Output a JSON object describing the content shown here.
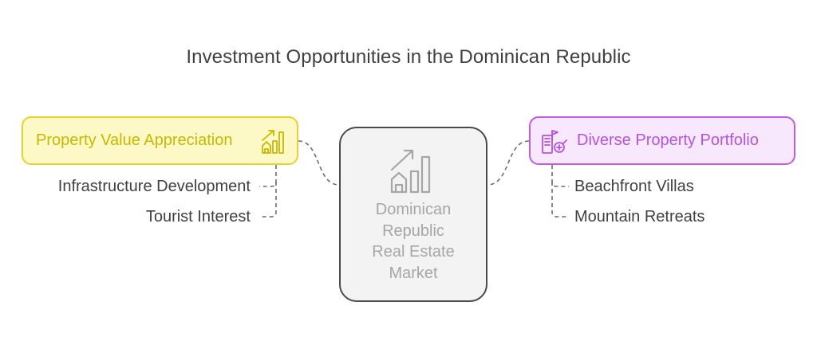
{
  "title": "Investment Opportunities in the Dominican Republic",
  "center": {
    "label_lines": [
      "Dominican",
      "Republic",
      "Real Estate",
      "Market"
    ],
    "icon": "growth-chart-house-icon"
  },
  "left_branch": {
    "label": "Property Value Appreciation",
    "icon": "bar-chart-up-icon",
    "items": [
      "Infrastructure Development",
      "Tourist Interest"
    ]
  },
  "right_branch": {
    "label": "Diverse Property Portfolio",
    "icon": "property-portfolio-icon",
    "items": [
      "Beachfront Villas",
      "Mountain Retreats"
    ]
  },
  "colors": {
    "left_fill": "#fdf9c6",
    "left_border": "#e5d32b",
    "left_text": "#c7b800",
    "right_fill": "#f8e8fd",
    "right_border": "#c25be6",
    "right_text": "#b553dc",
    "center_fill": "#f3f3f3",
    "center_border": "#4a4a4a",
    "center_text": "#a6a6a6",
    "connector": "#6e6e6e"
  }
}
